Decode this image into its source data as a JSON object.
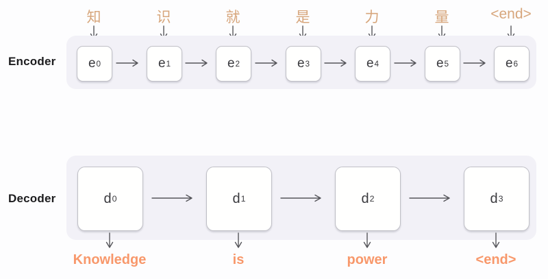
{
  "colors": {
    "page_bg": "#fdfdfe",
    "panel_bg": "#f2f1f7",
    "box_bg": "#fffffe",
    "box_border": "#c0c0c7",
    "box_text": "#3a3a3e",
    "arrow": "#55555a",
    "section_label": "#1c1c1e",
    "input_token": "#d7a67c",
    "output_token": "#f8986b"
  },
  "encoder": {
    "label": "Encoder",
    "input_tokens": [
      "知",
      "识",
      "就",
      "是",
      "力",
      "量",
      "<end>"
    ],
    "cells": [
      {
        "base": "e",
        "sub": "0"
      },
      {
        "base": "e",
        "sub": "1"
      },
      {
        "base": "e",
        "sub": "2"
      },
      {
        "base": "e",
        "sub": "3"
      },
      {
        "base": "e",
        "sub": "4"
      },
      {
        "base": "e",
        "sub": "5"
      },
      {
        "base": "e",
        "sub": "6"
      }
    ]
  },
  "decoder": {
    "label": "Decoder",
    "cells": [
      {
        "base": "d",
        "sub": "0"
      },
      {
        "base": "d",
        "sub": "1"
      },
      {
        "base": "d",
        "sub": "2"
      },
      {
        "base": "d",
        "sub": "3"
      }
    ],
    "output_tokens": [
      "Knowledge",
      "is",
      "power",
      "<end>"
    ]
  }
}
